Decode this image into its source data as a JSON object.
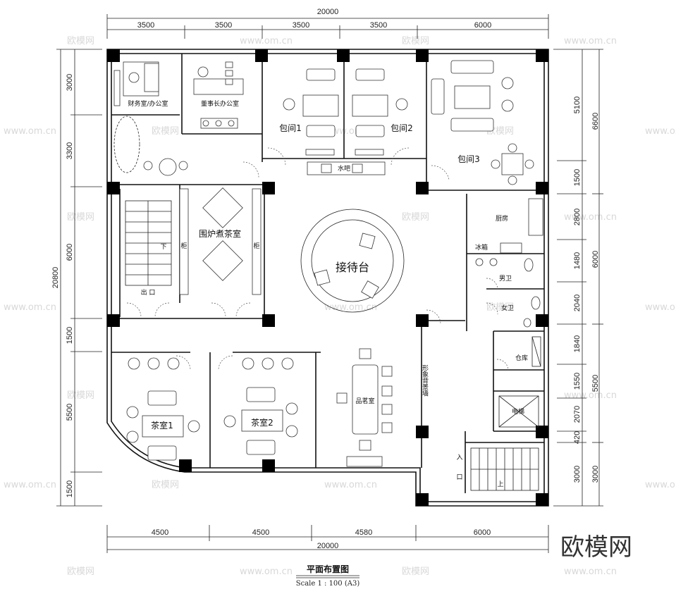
{
  "dims": {
    "top_total": "20000",
    "top_segments": [
      "3500",
      "3500",
      "3500",
      "3500",
      "6000"
    ],
    "bottom_total": "20000",
    "bottom_segments": [
      "4500",
      "4500",
      "4580",
      "6000"
    ],
    "left_total": "20800",
    "left_segments": [
      "3000",
      "3300",
      "6000",
      "1500",
      "5500",
      "1500"
    ],
    "right_outer": [
      "6600",
      "6000",
      "5500",
      "3000"
    ],
    "right_inner": [
      "5100",
      "1500",
      "2800",
      "1480",
      "2040",
      "1840",
      "1550",
      "2070",
      "420",
      "3000"
    ]
  },
  "rooms": {
    "finance": "财务室/办公室",
    "manager": "董事长办公室",
    "private1": "包间1",
    "private2": "包间2",
    "private3": "包间3",
    "tea_hall": "围炉煮茶室",
    "reception": "接待台",
    "exit": "出 口",
    "down": "下",
    "tea1": "茶室1",
    "tea2": "茶室2",
    "tea_bar": "品茗室",
    "water_bar": "水吧",
    "kitchen": "厨房",
    "fridge": "冰箱",
    "male_wc": "男卫",
    "female_wc": "女卫",
    "storage": "仓库",
    "elevator": "电梯",
    "entrance_top": "入",
    "entrance_bottom": "口",
    "up": "上",
    "display": "形象背景墙",
    "cabinet": "柜"
  },
  "footer": {
    "title": "平面布置图",
    "scale": "Scale 1 : 100 (A3)"
  },
  "watermark": {
    "site": "www.om.cn",
    "brand": "欧模网"
  }
}
